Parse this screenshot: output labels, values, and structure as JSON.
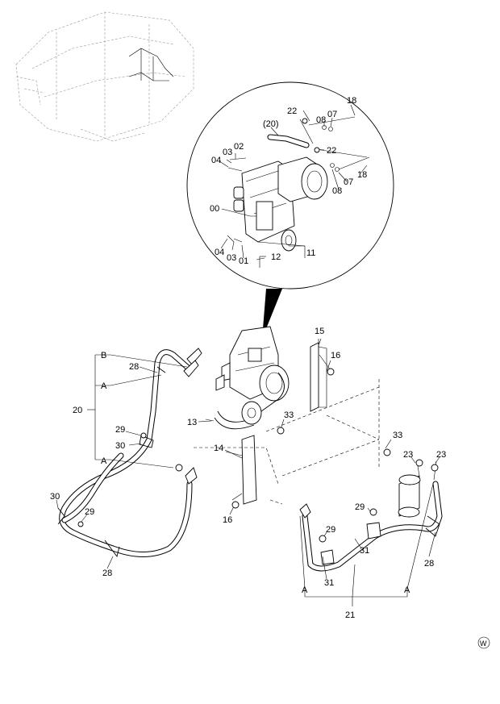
{
  "labels": {
    "l18a": "18",
    "l22a": "22",
    "l08a": "08",
    "l07a": "07",
    "l20p": "(20)",
    "l02": "02",
    "l03a": "03",
    "l04a": "04",
    "l22b": "22",
    "l18b": "18",
    "l08b": "08",
    "l07b": "07",
    "l00": "00",
    "l04b": "04",
    "l03b": "03",
    "l01": "01",
    "l12": "12",
    "l11": "11",
    "l15": "15",
    "l16a": "16",
    "l13": "13",
    "l33a": "33",
    "l33b": "33",
    "l14": "14",
    "l16b": "16",
    "l23a": "23",
    "l23b": "23",
    "lB": "B",
    "l28a": "28",
    "lA1": "A",
    "l20": "20",
    "l29a": "29",
    "l30a": "30",
    "lA2": "A",
    "l30b": "30",
    "l29b": "29",
    "l28b": "28",
    "l29c": "29",
    "l29d": "29",
    "l31a": "31",
    "l31b": "31",
    "l28c": "28",
    "lA3": "A",
    "lA4": "A",
    "l21": "21",
    "w_mark": "W"
  }
}
